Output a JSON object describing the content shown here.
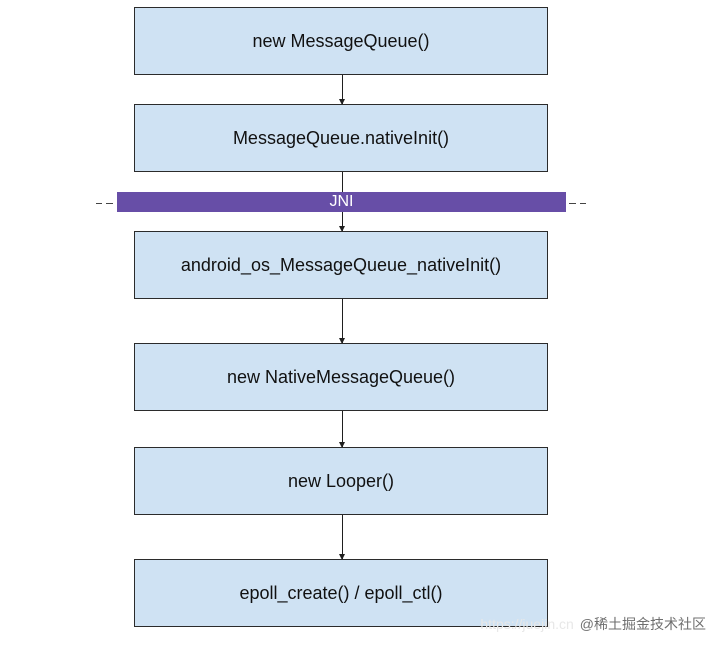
{
  "diagram": {
    "boxes": [
      "new MessageQueue()",
      "MessageQueue.nativeInit()",
      "android_os_MessageQueue_nativeInit()",
      "new NativeMessageQueue()",
      "new Looper()",
      "epoll_create() / epoll_ctl()"
    ],
    "jni_label": "JNI"
  },
  "watermark": {
    "faded": "https://juejin.cn",
    "text": "@稀土掘金技术社区"
  },
  "colors": {
    "box_fill": "#cfe2f3",
    "box_border": "#2b2b2b",
    "jni_bar": "#674ea7",
    "jni_text": "#ffffff"
  }
}
